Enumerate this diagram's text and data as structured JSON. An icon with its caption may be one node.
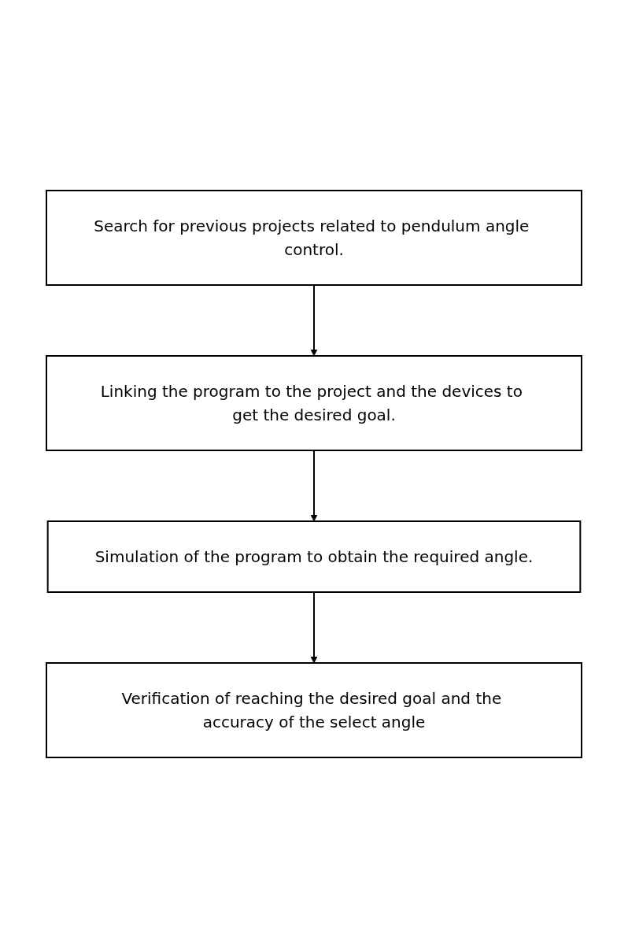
{
  "diagram": {
    "nodes": [
      {
        "text": [
          "Search for previous projects related to pendulum angle control."
        ]
      },
      {
        "text": [
          "Linking the program to the project and the devices to get the desired goal."
        ]
      },
      {
        "text": [
          "Simulation of the program to obtain the required angle."
        ]
      },
      {
        "text": [
          "Verification of reaching the desired goal and the accuracy of the select angle"
        ]
      }
    ],
    "edges": [
      {
        "from": 0,
        "to": 1,
        "arrow": "to"
      },
      {
        "from": 1,
        "to": 2,
        "arrow": "to"
      },
      {
        "from": 2,
        "to": 3,
        "arrow": "to"
      }
    ]
  }
}
